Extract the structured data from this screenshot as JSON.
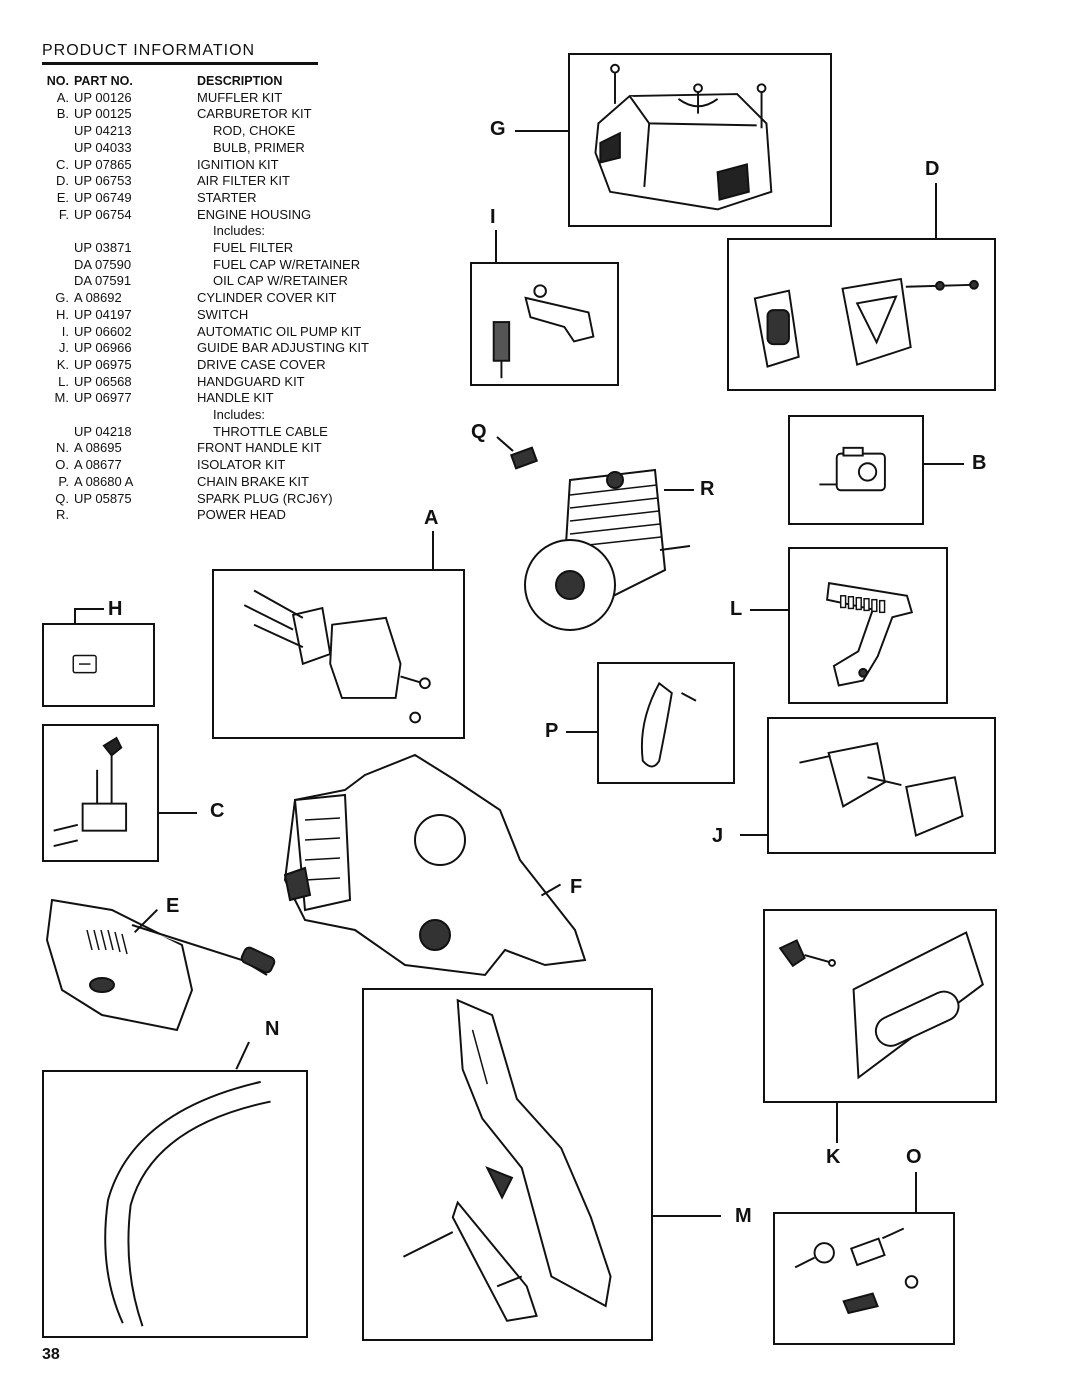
{
  "header": {
    "title": "PRODUCT INFORMATION"
  },
  "table": {
    "columns": [
      "NO.",
      "PART NO.",
      "DESCRIPTION"
    ],
    "rows": [
      {
        "no": "A.",
        "part": "UP 00126",
        "desc": "MUFFLER KIT"
      },
      {
        "no": "B.",
        "part": "UP 00125",
        "desc": "CARBURETOR KIT"
      },
      {
        "no": "",
        "part": "UP 04213",
        "desc": "ROD, CHOKE",
        "indent": true
      },
      {
        "no": "",
        "part": "UP 04033",
        "desc": "BULB, PRIMER",
        "indent": true
      },
      {
        "no": "C.",
        "part": "UP 07865",
        "desc": "IGNITION KIT"
      },
      {
        "no": "D.",
        "part": "UP 06753",
        "desc": "AIR FILTER KIT"
      },
      {
        "no": "E.",
        "part": "UP 06749",
        "desc": "STARTER"
      },
      {
        "no": "F.",
        "part": "UP 06754",
        "desc": "ENGINE HOUSING"
      },
      {
        "no": "",
        "part": "",
        "desc": "Includes:",
        "indent": true
      },
      {
        "no": "",
        "part": "UP 03871",
        "desc": "FUEL FILTER",
        "indent": true
      },
      {
        "no": "",
        "part": "DA 07590",
        "desc": "FUEL CAP W/RETAINER",
        "indent": true
      },
      {
        "no": "",
        "part": "DA 07591",
        "desc": "OIL CAP W/RETAINER",
        "indent": true
      },
      {
        "no": "G.",
        "part": "A 08692",
        "desc": "CYLINDER COVER KIT"
      },
      {
        "no": "H.",
        "part": "UP 04197",
        "desc": "SWITCH"
      },
      {
        "no": "I.",
        "part": "UP 06602",
        "desc": "AUTOMATIC OIL PUMP KIT"
      },
      {
        "no": "J.",
        "part": "UP 06966",
        "desc": "GUIDE BAR ADJUSTING  KIT"
      },
      {
        "no": "K.",
        "part": "UP 06975",
        "desc": "DRIVE CASE COVER"
      },
      {
        "no": "L.",
        "part": "UP 06568",
        "desc": "HANDGUARD KIT"
      },
      {
        "no": "M.",
        "part": "UP 06977",
        "desc": "HANDLE KIT"
      },
      {
        "no": "",
        "part": "",
        "desc": "Includes:",
        "indent": true
      },
      {
        "no": "",
        "part": "UP 04218",
        "desc": "THROTTLE CABLE",
        "indent": true
      },
      {
        "no": "N.",
        "part": "A 08695",
        "desc": "FRONT HANDLE KIT"
      },
      {
        "no": "O.",
        "part": "A 08677",
        "desc": "ISOLATOR KIT"
      },
      {
        "no": "P.",
        "part": "A 08680 A",
        "desc": "CHAIN BRAKE KIT"
      },
      {
        "no": "Q.",
        "part": "UP 05875",
        "desc": "SPARK PLUG (RCJ6Y)"
      },
      {
        "no": "R.",
        "part": "",
        "desc": "POWER HEAD"
      }
    ]
  },
  "callouts": {
    "A": "A",
    "B": "B",
    "C": "C",
    "D": "D",
    "E": "E",
    "F": "F",
    "G": "G",
    "H": "H",
    "I": "I",
    "J": "J",
    "K": "K",
    "L": "L",
    "M": "M",
    "N": "N",
    "O": "O",
    "P": "P",
    "Q": "Q",
    "R": "R"
  },
  "footer": {
    "page_number": "38"
  }
}
